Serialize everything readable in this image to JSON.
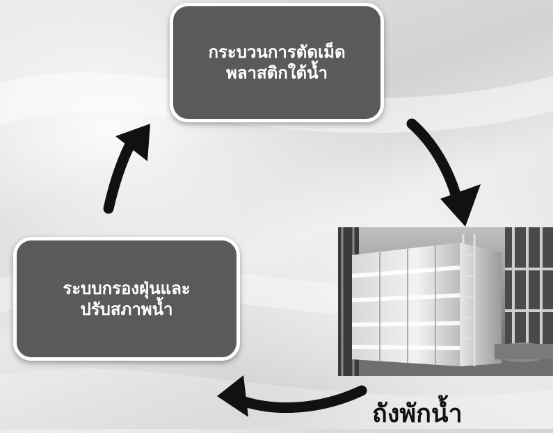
{
  "diagram": {
    "nodes": {
      "top": {
        "label": "กระบวนการตัดเม็ด\nพลาสติกใต้น้ำ"
      },
      "left": {
        "label": "ระบบกรองฝุ่นและ\nปรับสภาพน้ำ"
      },
      "bottom_right": {
        "caption": "ถังพักน้ำ"
      }
    }
  }
}
